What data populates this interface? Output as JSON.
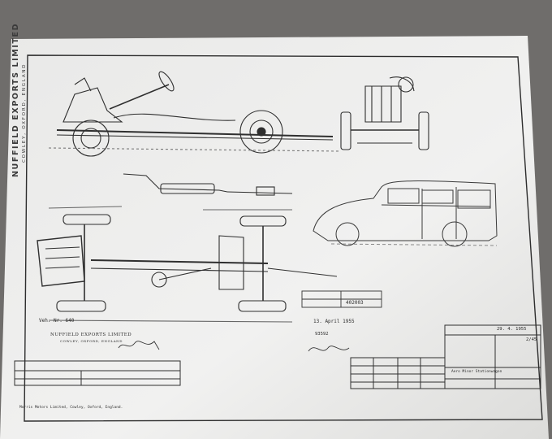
{
  "company": {
    "name": "NUFFIELD EXPORTS LIMITED",
    "address": "COWLEY, OXFORD, ENGLAND"
  },
  "drawing": {
    "vehicle_number_label": "Veh. Nr. 640",
    "stamp_company": "NUFFIELD EXPORTS LIMITED",
    "stamp_address": "COWLEY, OXFORD, ENGLAND",
    "doc_number": "402003",
    "date_top": "29. 4. 1955",
    "ref_number": "2/45",
    "stamp_date": "13. April 1955",
    "small_number": "93592",
    "bottom_left_line": "Morris Motors Limited, Cowley, Oxford, England.",
    "title_block_text": "Aero Minor Stationwagon"
  }
}
